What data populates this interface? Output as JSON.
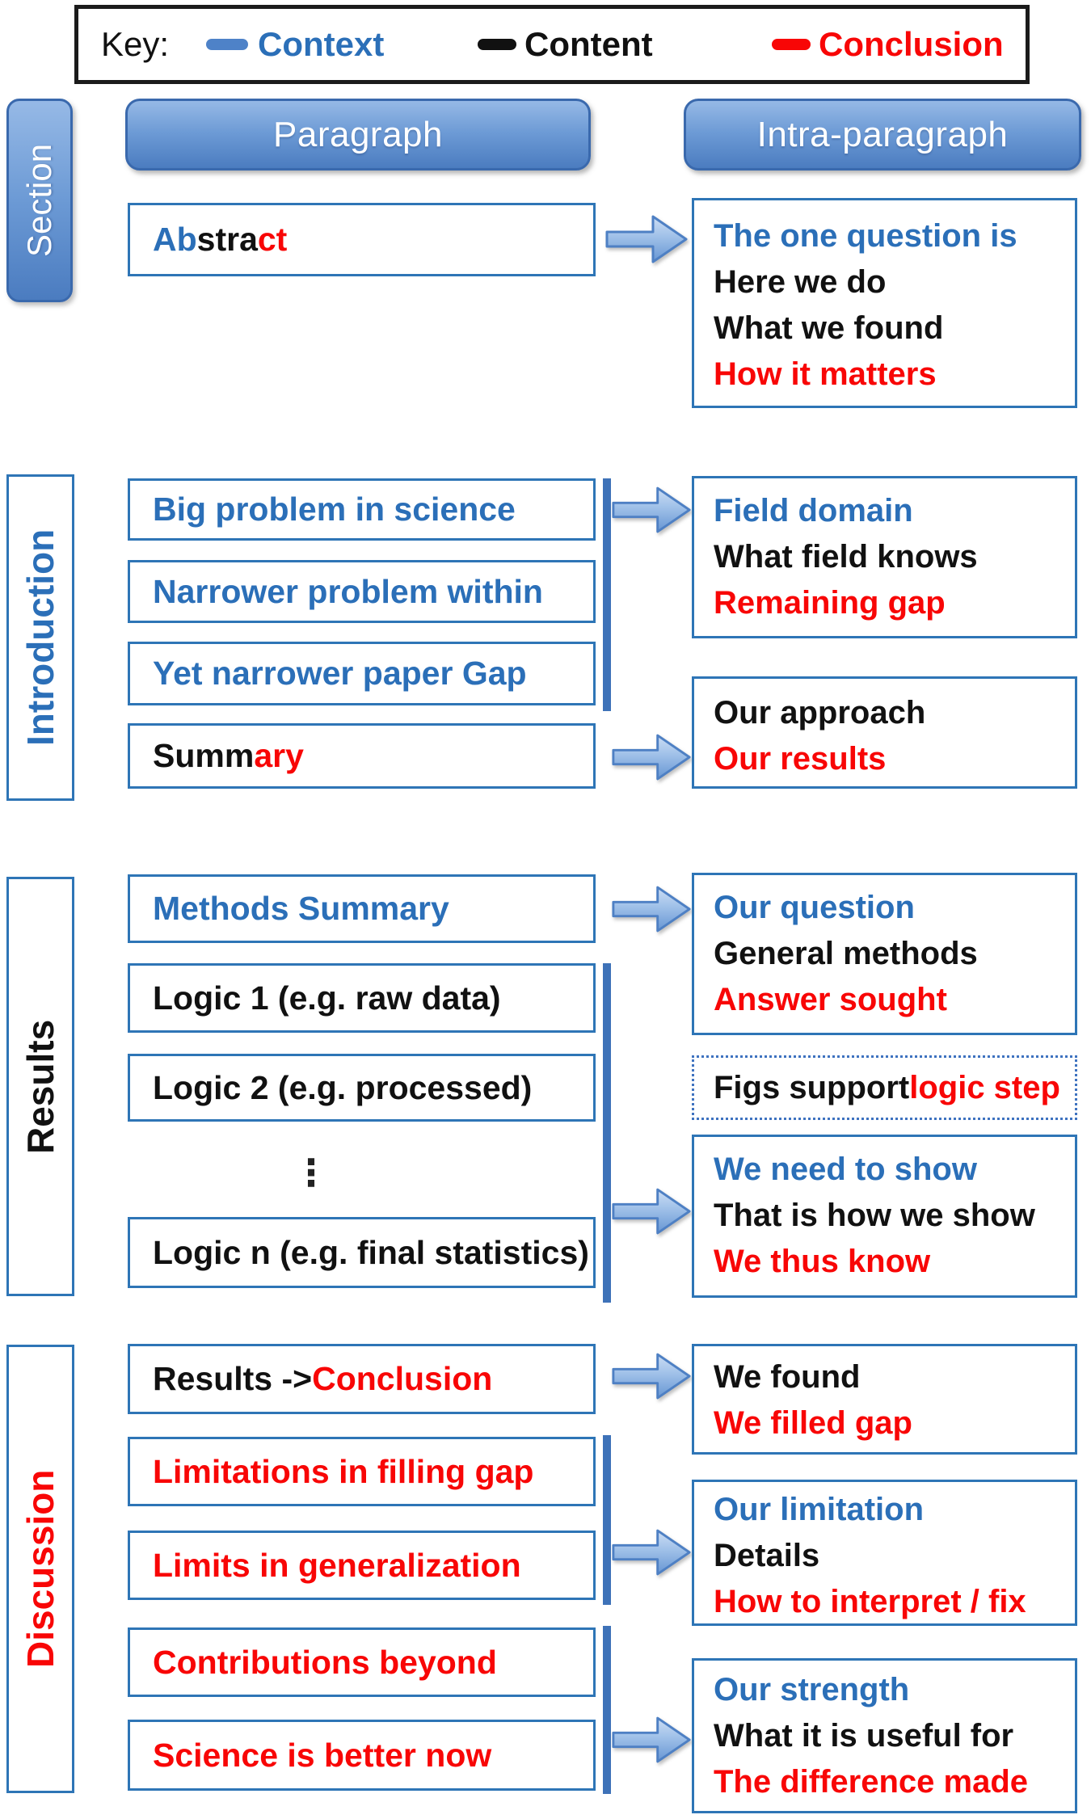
{
  "colors": {
    "context_blue": "#2B6FB8",
    "content_black": "#111111",
    "conclusion_red": "#F80606",
    "box_border_blue": "#2E75B6",
    "bracket_blue": "#3E72B8",
    "header_fill_top": "#96B9E6",
    "header_fill_bottom": "#4B7CC0"
  },
  "key": {
    "label": "Key:",
    "context": "Context",
    "content": "Content",
    "conclusion": "Conclusion"
  },
  "headers": {
    "paragraph": "Paragraph",
    "intra": "Intra-paragraph"
  },
  "labels": {
    "section": "Section",
    "introduction": "Introduction",
    "results": "Results",
    "discussion": "Discussion"
  },
  "abstract": {
    "blue": "Ab",
    "black": "stra",
    "red": "ct"
  },
  "intro": {
    "b1": "Big problem in science",
    "b2": "Narrower problem within",
    "b3": "Yet narrower paper Gap",
    "summary_black": "Summ",
    "summary_red": "ary"
  },
  "res": {
    "b1": "Methods Summary",
    "b2": "Logic 1 (e.g. raw data)",
    "b3": "Logic 2 (e.g. processed)",
    "dots": "⋮",
    "bn": "Logic n (e.g. final statistics)"
  },
  "disc": {
    "b1_black": "Results -> ",
    "b1_red": "Conclusion",
    "b2": "Limitations in filling gap",
    "b3": "Limits in generalization",
    "b4": "Contributions beyond",
    "b5": "Science is better now"
  },
  "intra": {
    "abstract": {
      "l1": "The one question is",
      "l2": "Here we do",
      "l3": "What we found",
      "l4": "How it matters"
    },
    "field": {
      "l1": "Field domain",
      "l2": "What field knows",
      "l3": "Remaining gap"
    },
    "approach": {
      "l1": "Our approach",
      "l2": "Our results"
    },
    "question": {
      "l1": "Our question",
      "l2": "General methods",
      "l3": "Answer sought"
    },
    "figs": {
      "black": "Figs support ",
      "red": "logic step"
    },
    "show": {
      "l1": "We need to show",
      "l2": "That is how we show",
      "l3": "We thus know"
    },
    "found": {
      "l1": "We found",
      "l2": "We filled gap"
    },
    "limitation": {
      "l1": "Our limitation",
      "l2": "Details",
      "l3": "How to interpret / fix"
    },
    "strength": {
      "l1": "Our strength",
      "l2": "What it is useful for",
      "l3": "The difference made"
    }
  }
}
